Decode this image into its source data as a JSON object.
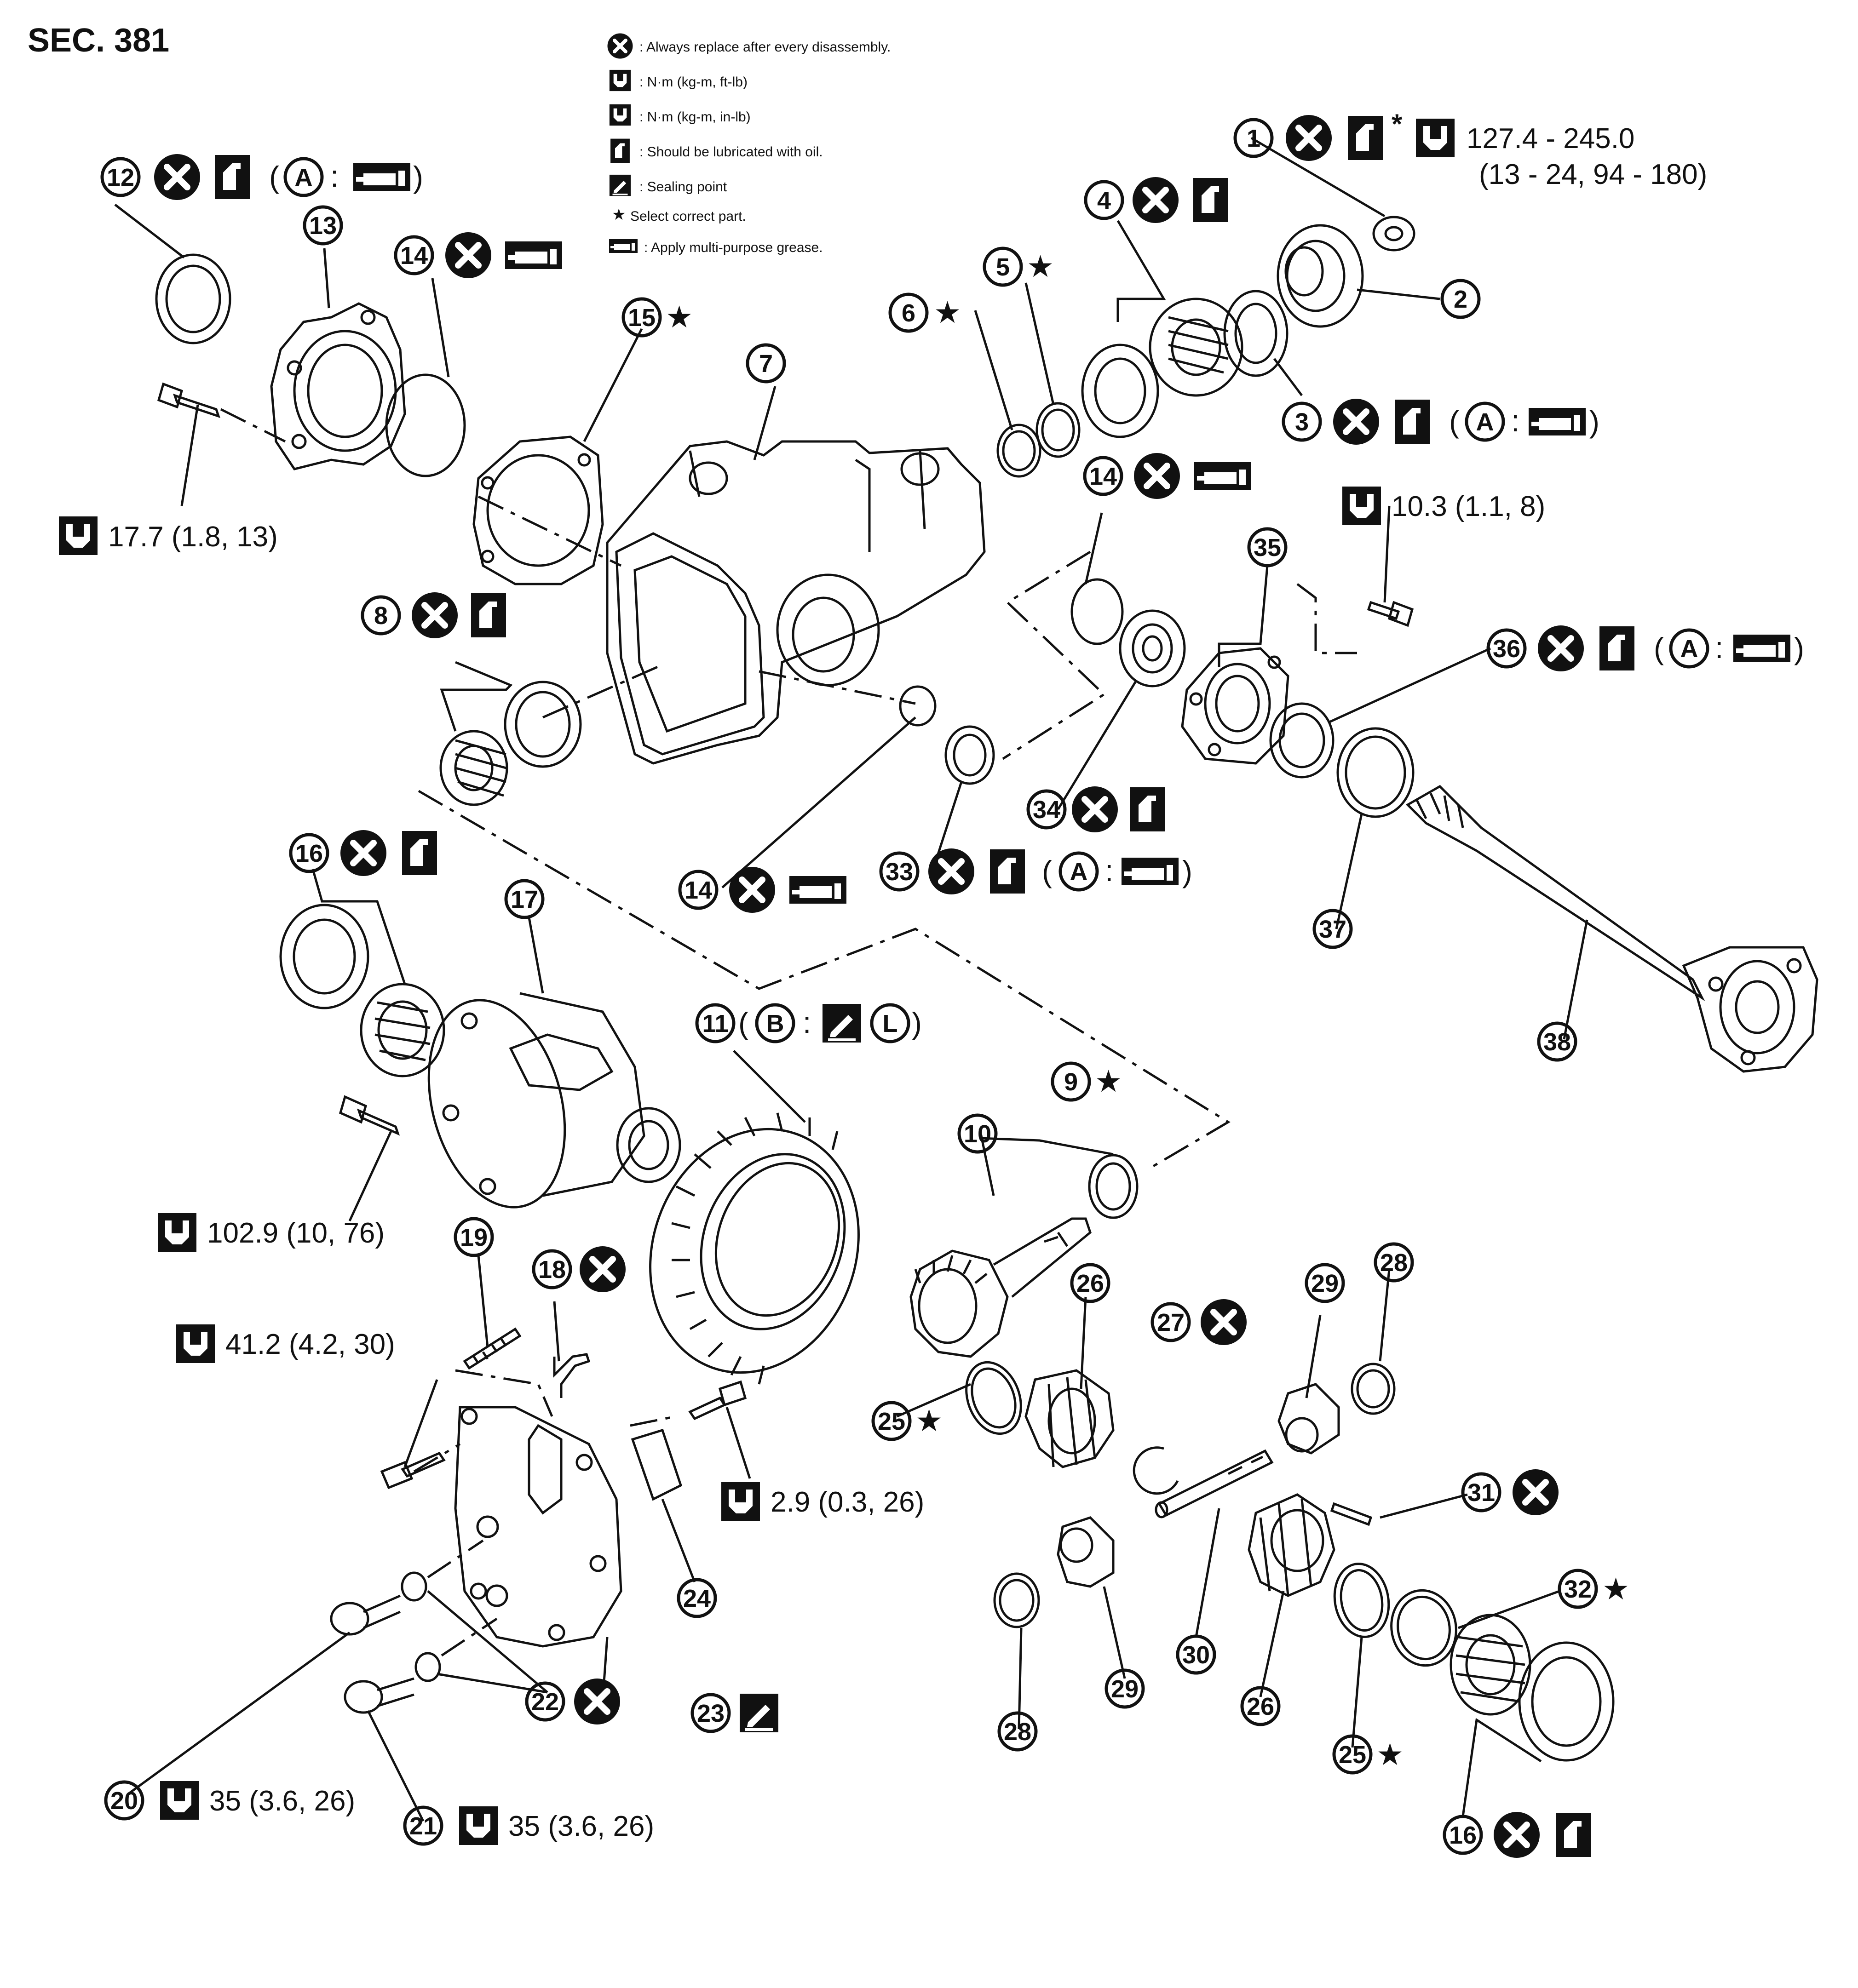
{
  "section": "SEC. 381",
  "legend": [
    {
      "icon": "replace-icon",
      "text": ": Always replace after every disassembly."
    },
    {
      "icon": "torque-ft-lb-icon",
      "text": ": N·m (kg-m, ft-lb)"
    },
    {
      "icon": "torque-in-lb-icon",
      "text": ": N·m (kg-m, in-lb)"
    },
    {
      "icon": "lubricate-oil-icon",
      "text": ": Should be lubricated with oil."
    },
    {
      "icon": "sealing-point-icon",
      "text": ": Sealing point"
    },
    {
      "icon": "star-icon",
      "text": "Select correct part."
    },
    {
      "icon": "grease-icon",
      "text": ": Apply multi-purpose grease."
    }
  ],
  "symbols": {
    "star": "★",
    "asterisk": "*",
    "A": "A",
    "B": "B",
    "L": "L",
    "colon": ":",
    "open": "(",
    "close": ")"
  },
  "torque": {
    "t1": "127.4 - 245.0",
    "t1b": "(13 - 24, 94 - 180)",
    "t17": "17.7 (1.8, 13)",
    "t35": "10.3 (1.1, 8)",
    "t102": "102.9 (10, 76)",
    "t41": "41.2 (4.2, 30)",
    "t29": "2.9 (0.3, 26)",
    "t20": "35 (3.6, 26)",
    "t21": "35 (3.6, 26)"
  },
  "callouts": {
    "c1": "1",
    "c2": "2",
    "c3": "3",
    "c4": "4",
    "c5": "5",
    "c6": "6",
    "c7": "7",
    "c8": "8",
    "c9": "9",
    "c10": "10",
    "c11": "11",
    "c12": "12",
    "c13": "13",
    "c14": "14",
    "c15": "15",
    "c16": "16",
    "c17": "17",
    "c18": "18",
    "c19": "19",
    "c20": "20",
    "c21": "21",
    "c22": "22",
    "c23": "23",
    "c24": "24",
    "c25": "25",
    "c26": "26",
    "c27": "27",
    "c28": "28",
    "c29": "29",
    "c30": "30",
    "c31": "31",
    "c32": "32",
    "c33": "33",
    "c34": "34",
    "c35": "35",
    "c36": "36",
    "c37": "37",
    "c38": "38"
  }
}
